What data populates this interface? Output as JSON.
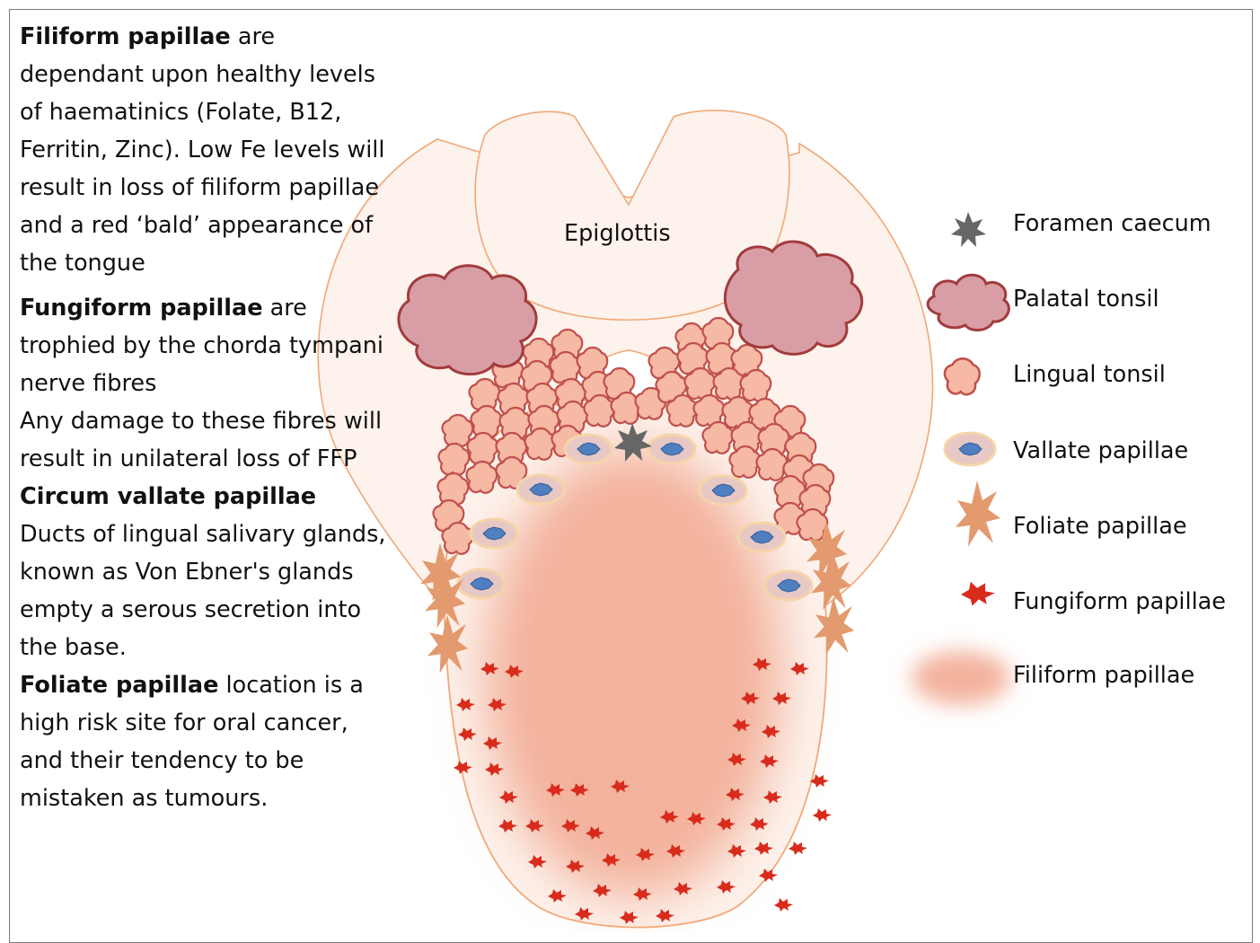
{
  "notes": {
    "filiform": {
      "heading": "Filiform papillae",
      "text": " are dependant upon healthy levels of haematinics (Folate, B12, Ferritin, Zinc). Low Fe levels will result in loss of filiform papillae and a red ‘bald’ appearance of the tongue"
    },
    "fungiform": {
      "heading": "Fungiform papillae",
      "text": " are trophied by the chorda tympani nerve fibres",
      "line2": "Any damage to these fibres will result in unilateral loss of FFP"
    },
    "vallate": {
      "heading": "Circum vallate papillae",
      "text": "Ducts of lingual salivary glands, known as Von Ebner's glands empty a serous secretion into the base."
    },
    "foliate": {
      "heading": "Foliate papillae",
      "text": " location is a high risk site for oral cancer, and their tendency to be mistaken as tumours."
    }
  },
  "diagram": {
    "epiglottis_label": "Epiglottis"
  },
  "legend": [
    {
      "label": "Foramen caecum",
      "icon": "star-icon",
      "color": "#666666"
    },
    {
      "label": "Palatal tonsil",
      "icon": "cloud-icon",
      "color": "#d8a0a6"
    },
    {
      "label": "Lingual tonsil",
      "icon": "blob-icon",
      "color": "#f2b6a0"
    },
    {
      "label": "Vallate papillae",
      "icon": "vallate-icon",
      "color": "#4f7fbf"
    },
    {
      "label": "Foliate papillae",
      "icon": "spiky-star-icon",
      "color": "#e39a6e"
    },
    {
      "label": "Fungiform papillae",
      "icon": "small-star-icon",
      "color": "#d92b1c"
    },
    {
      "label": "Filiform papillae",
      "icon": "blurred-patch-icon",
      "color": "#f3b7a3"
    }
  ]
}
